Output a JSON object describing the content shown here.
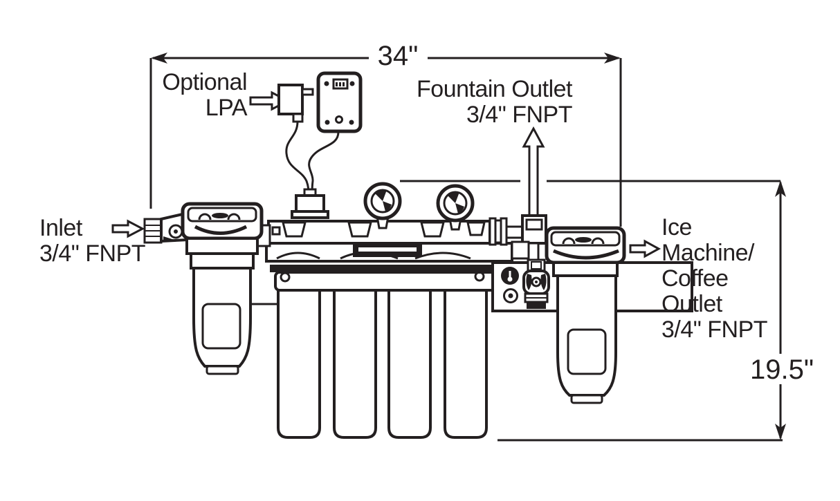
{
  "colors": {
    "ink": "#231f20",
    "background": "#ffffff"
  },
  "dimensions": {
    "width": {
      "value": "34\""
    },
    "height": {
      "value": "19.5\""
    }
  },
  "labels": {
    "optional_lpa": {
      "line1": "Optional",
      "line2": "LPA"
    },
    "fountain_outlet": {
      "line1": "Fountain Outlet",
      "line2": "3/4\" FNPT"
    },
    "inlet": {
      "line1": "Inlet",
      "line2": "3/4\" FNPT"
    },
    "ice_machine_outlet": {
      "line1": "Ice",
      "line2": "Machine/",
      "line3": "Coffee",
      "line4": "Outlet",
      "line5": "3/4\" FNPT"
    }
  },
  "icons": {
    "flow_arrow": "hollow-right-arrow",
    "fountain_flow_arrow": "hollow-up-arrow",
    "dimension_arrow": "solid-arrowhead",
    "pressure_gauge": "gauge-dial-icon",
    "temperature_indicator": "thermometer-circle-icon",
    "drain_port": "target-circle-icon"
  }
}
